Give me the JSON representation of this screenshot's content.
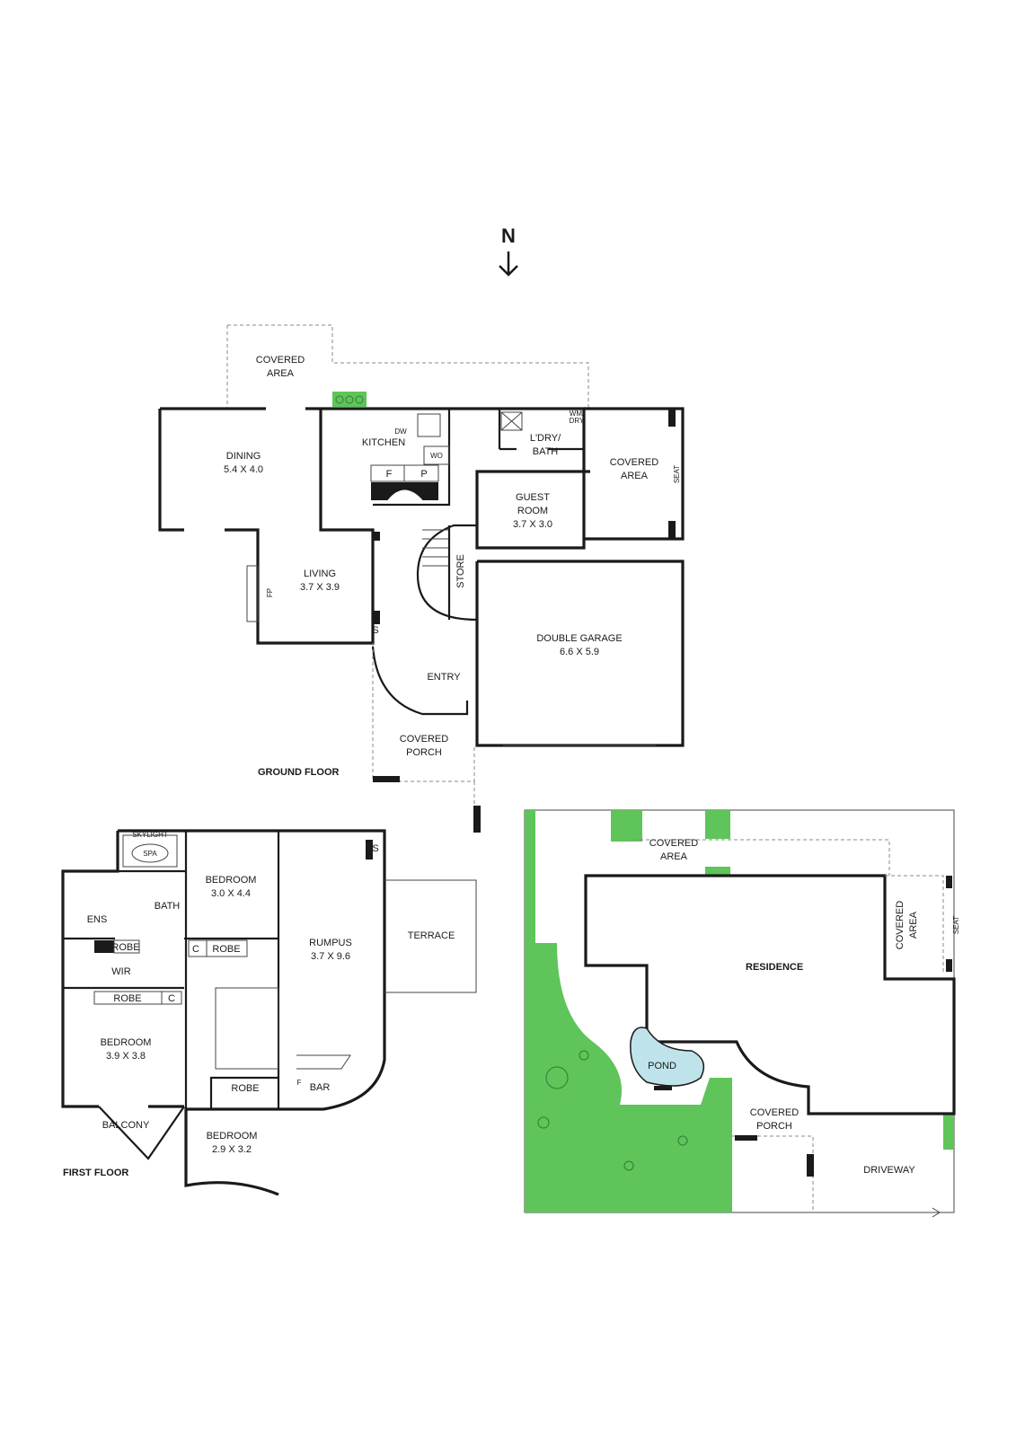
{
  "compass": {
    "label": "N"
  },
  "ground_floor": {
    "title": "GROUND FLOOR",
    "rooms": {
      "covered_area_top": [
        "COVERED",
        "AREA"
      ],
      "dining": [
        "DINING",
        "5.4 X 4.0"
      ],
      "kitchen": "KITCHEN",
      "dw": "DW",
      "wo": "WO",
      "f": "F",
      "p": "P",
      "ldry": [
        "L'DRY/",
        "BATH"
      ],
      "wm_dry": [
        "WM/",
        "DRY"
      ],
      "covered_area_right": [
        "COVERED",
        "AREA"
      ],
      "seat": "SEAT",
      "guest": [
        "GUEST",
        "ROOM",
        "3.7 X 3.0"
      ],
      "living": [
        "LIVING",
        "3.7 X 3.9"
      ],
      "fp": "FP",
      "store": "STORE",
      "s": "S",
      "garage": [
        "DOUBLE GARAGE",
        "6.6 X 5.9"
      ],
      "entry": "ENTRY",
      "porch": [
        "COVERED",
        "PORCH"
      ]
    }
  },
  "first_floor": {
    "title": "FIRST FLOOR",
    "rooms": {
      "skylight": "SKYLIGHT",
      "spa": "SPA",
      "bedroom1": [
        "BEDROOM",
        "3.0 X 4.4"
      ],
      "rumpus": [
        "RUMPUS",
        "3.7 X 9.6"
      ],
      "s": "S",
      "terrace": "TERRACE",
      "ens": "ENS",
      "bath": "BATH",
      "robe": "ROBE",
      "c": "C",
      "wir": "WIR",
      "bedroom2": [
        "BEDROOM",
        "3.9 X 3.8"
      ],
      "balcony": "BALCONY",
      "bedroom3": [
        "BEDROOM",
        "2.9 X 3.2"
      ],
      "bar": "BAR",
      "f": "F"
    }
  },
  "site": {
    "covered_area_top": [
      "COVERED",
      "AREA"
    ],
    "covered_area_side": [
      "COVERED",
      "AREA"
    ],
    "seat": "SEAT",
    "residence": "RESIDENCE",
    "pond": "POND",
    "porch": [
      "COVERED",
      "PORCH"
    ],
    "driveway": "DRIVEWAY"
  },
  "colors": {
    "lawn": "#5fc45a",
    "pond": "#bfe3ea",
    "wall": "#1a1a1a"
  }
}
